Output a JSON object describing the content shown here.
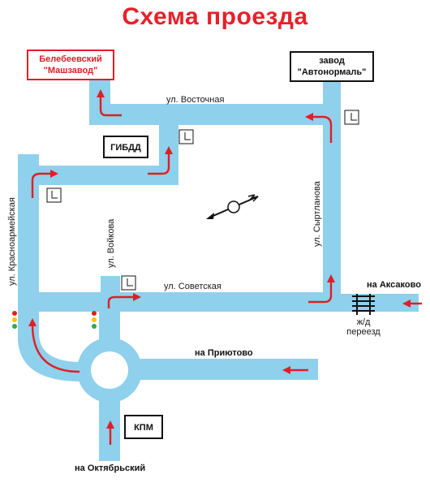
{
  "title": "Схема проезда",
  "places": {
    "mashzavod_line1": "Белебеевский",
    "mashzavod_line2": "\"Машзавод\"",
    "avtonormal_line1": "завод",
    "avtonormal_line2": "\"Автонормаль\"",
    "gibdd": "ГИБДД",
    "kpm": "КПМ"
  },
  "streets": {
    "vostochnaya": "ул. Восточная",
    "sovetskaya": "ул. Советская",
    "voykova": "ул. Войкова",
    "krasnoarmeyskaya": "ул. Красноармейская",
    "syrtlanova": "ул. Сыртланова"
  },
  "directions": {
    "aksakovo": "на Аксаково",
    "priyutovo": "на Приютово",
    "oktyabrsky": "на Октябрьский",
    "railway_line1": "ж/д",
    "railway_line2": "переезд"
  },
  "colors": {
    "road": "#8fd0ec",
    "accent_red": "#e01e26",
    "box_border_red": "#e01e26",
    "box_border_black": "#111111"
  }
}
